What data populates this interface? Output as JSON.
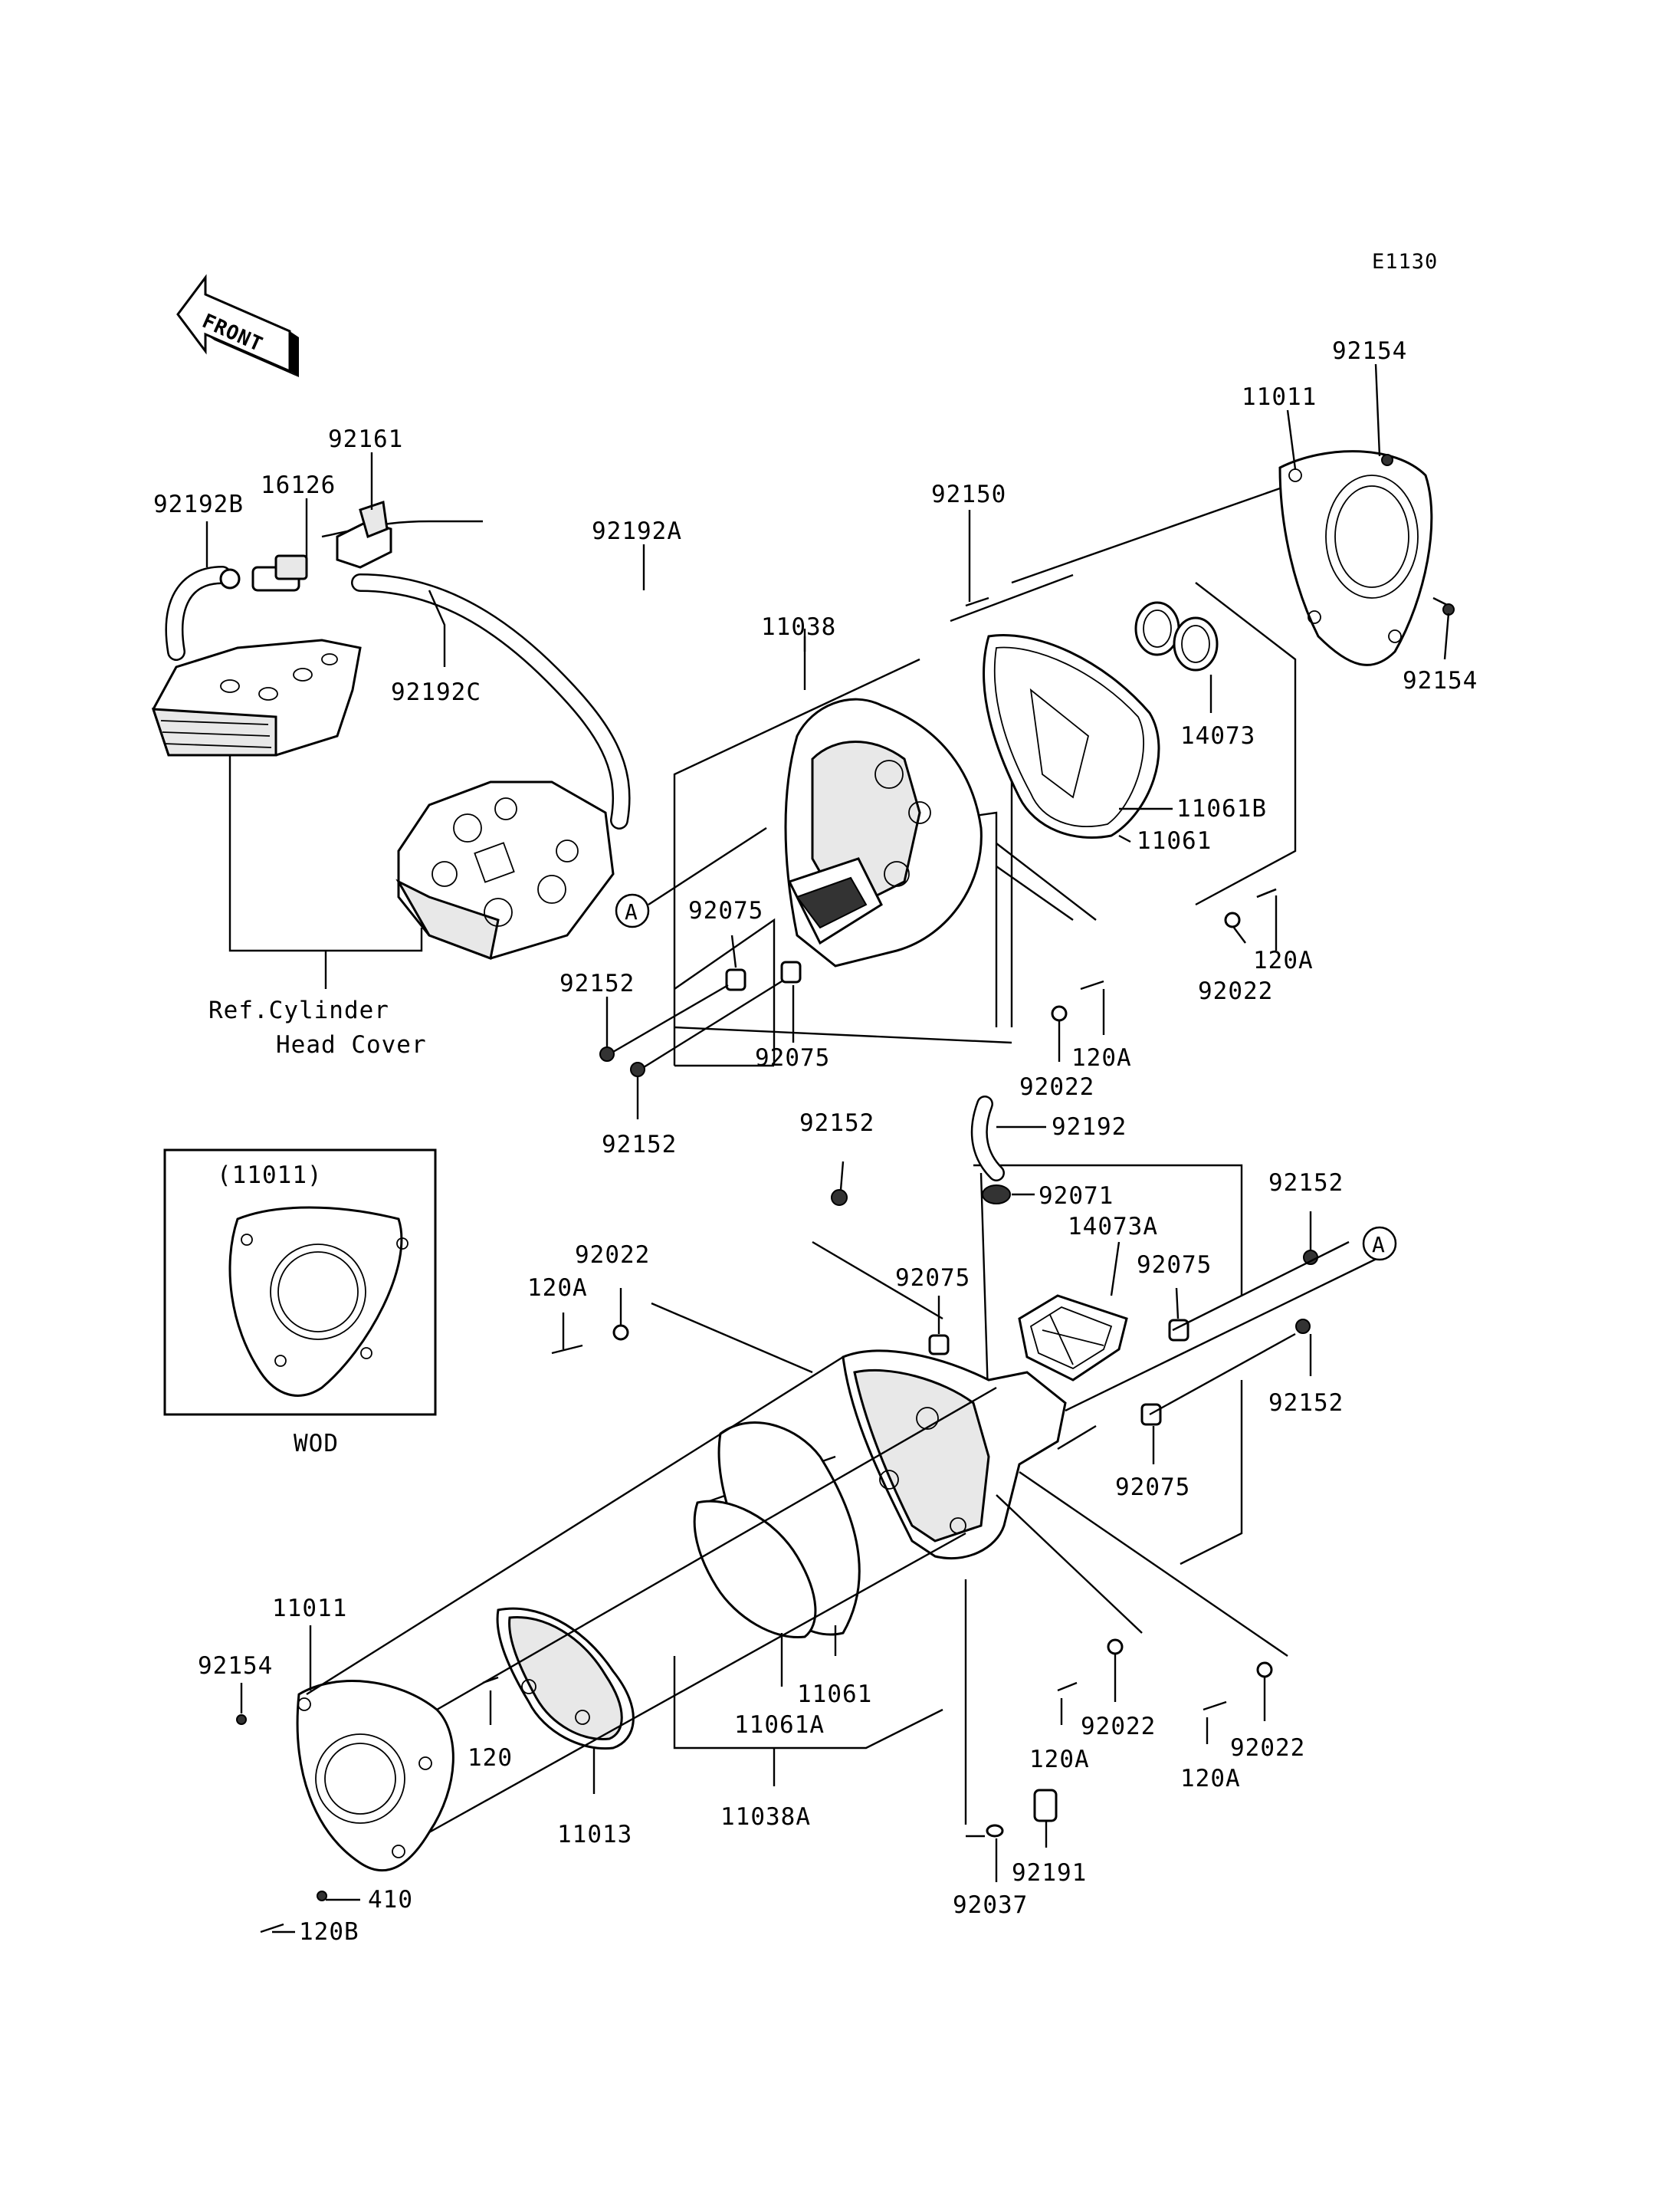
{
  "diagram_code": "E1130",
  "front_arrow": "FRONT",
  "callout_a": "A",
  "inset": {
    "title": "(11011)",
    "caption": "WOD"
  },
  "ref_note": {
    "line1": "Ref.Cylinder",
    "line2": "Head Cover"
  },
  "labels": {
    "p92154_top": "92154",
    "p11011_top": "11011",
    "p92154_right": "92154",
    "p92161": "92161",
    "p16126": "16126",
    "p92192B": "92192B",
    "p92192A": "92192A",
    "p92192C": "92192C",
    "p92150": "92150",
    "p11038": "11038",
    "p14073": "14073",
    "p11061B": "11061B",
    "p11061_top": "11061",
    "p92075_a": "92075",
    "p92152_a": "92152",
    "p92075_b": "92075",
    "p92152_b": "92152",
    "p120A_a": "120A",
    "p92022_a": "92022",
    "p120A_b": "120A",
    "p92022_b": "92022",
    "p92192": "92192",
    "p92152_c": "92152",
    "p92071": "92071",
    "p92152_d": "92152",
    "p14073A": "14073A",
    "p92022_c": "92022",
    "p120A_c": "120A",
    "p92075_c": "92075",
    "p92075_d": "92075",
    "p92152_e": "92152",
    "p92075_e": "92075",
    "p11011_bot": "11011",
    "p92154_bot": "92154",
    "p11061_bot": "11061",
    "p11061A": "11061A",
    "p120": "120",
    "p11013": "11013",
    "p11038A": "11038A",
    "p92022_d": "92022",
    "p120A_d": "120A",
    "p92022_e": "92022",
    "p120A_e": "120A",
    "p92191": "92191",
    "p92037": "92037",
    "p410": "410",
    "p120B": "120B"
  }
}
